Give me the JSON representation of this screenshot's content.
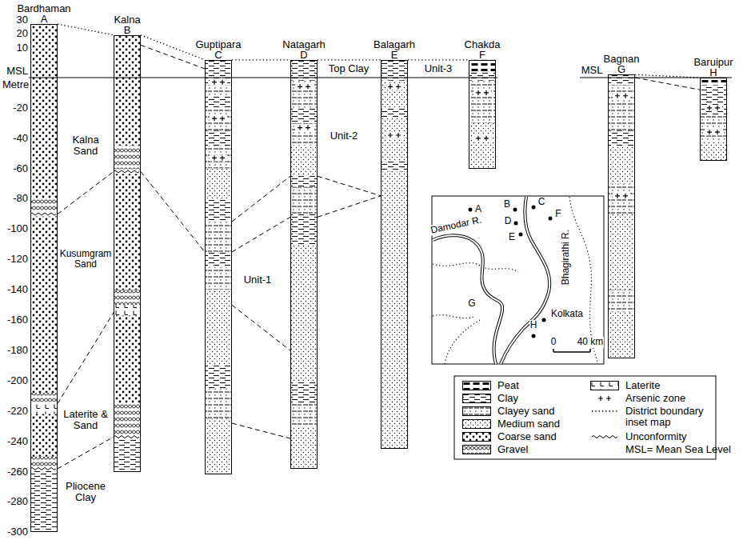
{
  "diagram": {
    "nodes": [
      {
        "text": [
          "Bardhaman",
          "A"
        ]
      },
      {
        "text": [
          "Kalna",
          "B"
        ]
      },
      {
        "text": [
          "Guptipara",
          "C"
        ]
      },
      {
        "text": [
          "Natagarh",
          "D"
        ]
      },
      {
        "text": [
          "Balagarh",
          "E"
        ]
      },
      {
        "text": [
          "Chakda",
          "F"
        ]
      },
      {
        "text": [
          "Bagnan",
          "G"
        ]
      },
      {
        "text": [
          "Baruipur",
          "H"
        ]
      }
    ],
    "edges": [
      {
        "from": 0,
        "to": 1,
        "arrow": "none"
      },
      {
        "from": 1,
        "to": 2,
        "arrow": "none"
      },
      {
        "from": 2,
        "to": 3,
        "arrow": "none"
      },
      {
        "from": 3,
        "to": 4,
        "arrow": "none"
      },
      {
        "from": 4,
        "to": 5,
        "arrow": "none"
      },
      {
        "from": 6,
        "to": 7,
        "arrow": "none"
      },
      {
        "from": 0,
        "to": 1,
        "arrow": "none"
      },
      {
        "from": 0,
        "to": 1,
        "arrow": "none"
      },
      {
        "from": 0,
        "to": 1,
        "arrow": "none"
      },
      {
        "from": 1,
        "to": 2,
        "arrow": "none"
      },
      {
        "from": 1,
        "to": 2,
        "arrow": "none"
      },
      {
        "from": 2,
        "to": 3,
        "arrow": "none"
      },
      {
        "from": 2,
        "to": 3,
        "arrow": "none"
      },
      {
        "from": 2,
        "to": 3,
        "arrow": "none"
      },
      {
        "from": 2,
        "to": 3,
        "arrow": "none"
      },
      {
        "from": 3,
        "to": 4,
        "arrow": "none"
      },
      {
        "from": 3,
        "to": 4,
        "arrow": "none"
      },
      {
        "from": 6,
        "to": 7,
        "arrow": "none"
      }
    ],
    "labels": [
      "30",
      "20",
      "10",
      "MSL",
      "Metre",
      "-20",
      "-40",
      "-60",
      "-80",
      "-100",
      "-120",
      "-140",
      "-160",
      "-180",
      "-200",
      "-220",
      "-240",
      "-260",
      "-280",
      "-300",
      "Kalna Sand",
      "Kusumgram Sand",
      "Laterite & Sand",
      "Pliocene Clay",
      "Unit-1",
      "Unit-2",
      "Top Clay",
      "Unit-3",
      "MSL",
      "A",
      "B",
      "C",
      "D",
      "E",
      "F",
      "Damodar R.",
      "Bhagirathi R.",
      "Kolkata",
      "G",
      "H",
      "0",
      "40 km",
      "MSL= Mean Sea Level"
    ],
    "legend": [
      {
        "text": "Peat"
      },
      {
        "text": "Clay"
      },
      {
        "text": "Clayey sand"
      },
      {
        "text": "Medium sand"
      },
      {
        "text": "Coarse sand"
      },
      {
        "text": "Gravel"
      },
      {
        "text": "Laterite"
      },
      {
        "text": "Arsenic zone"
      },
      {
        "text": "District boundary inset map"
      },
      {
        "text": "Unconformity"
      }
    ]
  }
}
